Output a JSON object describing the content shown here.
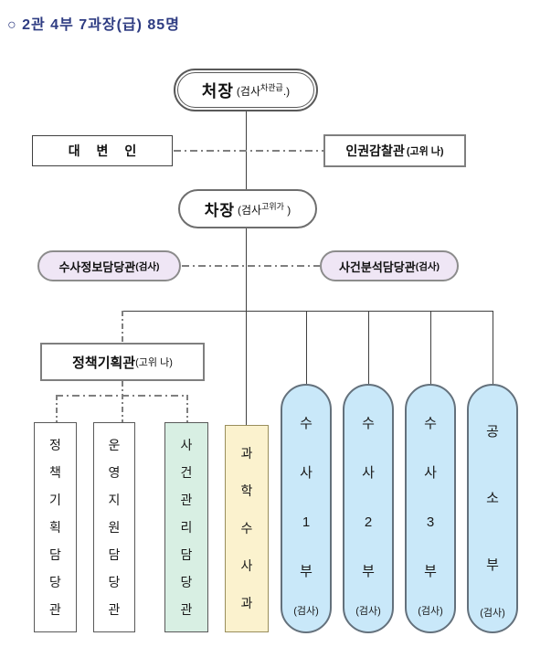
{
  "page_title": "○ 2관 4부 7과장(급) 85명",
  "colors": {
    "title_navy": "#2E3C82",
    "line_dark": "#404040",
    "line_gray_dashdot": "#7F7F7F",
    "purple_fill": "#EFE6F5",
    "blue_fill": "#C9E8F9",
    "green_fill": "#D8EFE3",
    "yellow_fill": "#FBF2CE"
  },
  "org": {
    "chief": {
      "name": "처장",
      "rank_prefix": "(검사",
      "rank_sup": "차관급",
      "rank_suffix": ".)"
    },
    "spokesperson": {
      "name": "대 변 인"
    },
    "hr_monitor": {
      "name": "인권감찰관",
      "rank": "(고위 나)"
    },
    "deputy": {
      "name": "차장",
      "rank_prefix": "(검사",
      "rank_sup": "고위가",
      "rank_suffix": " )"
    },
    "invest_info_officer": {
      "name": "수사정보담당관",
      "rank": "(검사)"
    },
    "case_analysis_officer": {
      "name": "사건분석담당관",
      "rank": "(검사)"
    },
    "policy_planning_officer": {
      "name": "정책기획관",
      "rank": "(고위 나)"
    },
    "departments": [
      {
        "name": "정책기획담당관",
        "stack": "정\n책\n기\n획\n담\n당\n관"
      },
      {
        "name": "운영지원담당관",
        "stack": "운\n영\n지\n원\n담\n당\n관"
      },
      {
        "name": "사건관리담당관",
        "stack": "사\n건\n관\n리\n담\n당\n관"
      },
      {
        "name": "과학수사과",
        "stack": "과\n학\n수\n사\n과"
      },
      {
        "name": "수사1부",
        "stack": "수\n사\n1\n부",
        "sub": "(검사)"
      },
      {
        "name": "수사2부",
        "stack": "수\n사\n2\n부",
        "sub": "(검사)"
      },
      {
        "name": "수사3부",
        "stack": "수\n사\n3\n부",
        "sub": "(검사)"
      },
      {
        "name": "공소부",
        "stack": "공\n소\n부",
        "sub": "(검사)"
      }
    ]
  }
}
